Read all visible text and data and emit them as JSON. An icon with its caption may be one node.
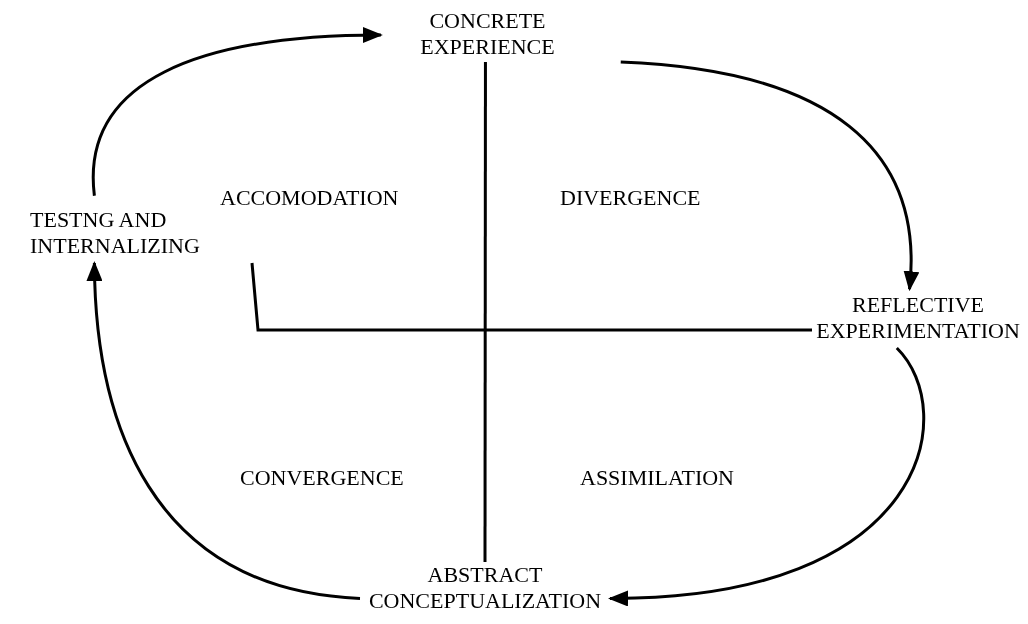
{
  "diagram": {
    "nodes": [
      {
        "text": [
          "CONCRETE EXPERIENCE"
        ]
      },
      {
        "text": [
          "REFLECTIVE EXPERIMENTATION"
        ]
      },
      {
        "text": [
          "ABSTRACT CONCEPTUALIZATION"
        ]
      },
      {
        "text": [
          "TESTNG AND INTERNALIZING"
        ]
      }
    ],
    "edges": [
      {
        "from": 0,
        "to": 1,
        "arrow": "to"
      },
      {
        "from": 1,
        "to": 2,
        "arrow": "to"
      },
      {
        "from": 2,
        "to": 3,
        "arrow": "to"
      },
      {
        "from": 3,
        "to": 0,
        "arrow": "to"
      },
      {
        "from": 0,
        "to": 2,
        "arrow": "none"
      },
      {
        "from": 3,
        "to": 1,
        "arrow": "none"
      }
    ],
    "labels": [
      "ACCOMODATION",
      "DIVERGENCE",
      "CONVERGENCE",
      "ASSIMILATION"
    ]
  }
}
